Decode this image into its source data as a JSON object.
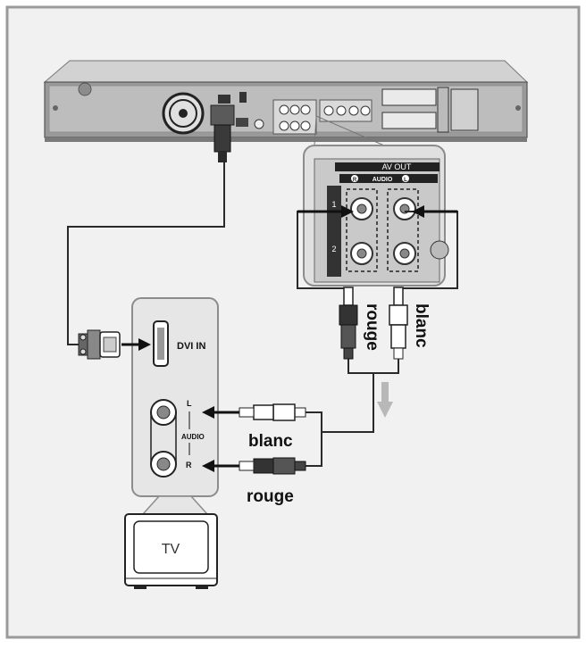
{
  "device_panel": {
    "av_out_label": "AV OUT",
    "audio_label": "AUDIO",
    "channel_r": "R",
    "channel_l": "L",
    "row_1": "1",
    "row_2": "2"
  },
  "cables": {
    "red_label_vertical": "rouge",
    "white_label_vertical": "blanc",
    "white_label": "blanc",
    "red_label": "rouge"
  },
  "tv_panel": {
    "dvi_in": "DVI IN",
    "audio": "AUDIO",
    "l": "L",
    "r": "R"
  },
  "tv": {
    "label": "TV"
  },
  "colors": {
    "page_bg": "#f1f1f1",
    "frame": "#9a9a9a",
    "device_body": "#8e8e8e",
    "panel_bg": "#e8e8e8",
    "cable": "#2a2a2a",
    "arrow_hint": "#b8b8b8"
  }
}
